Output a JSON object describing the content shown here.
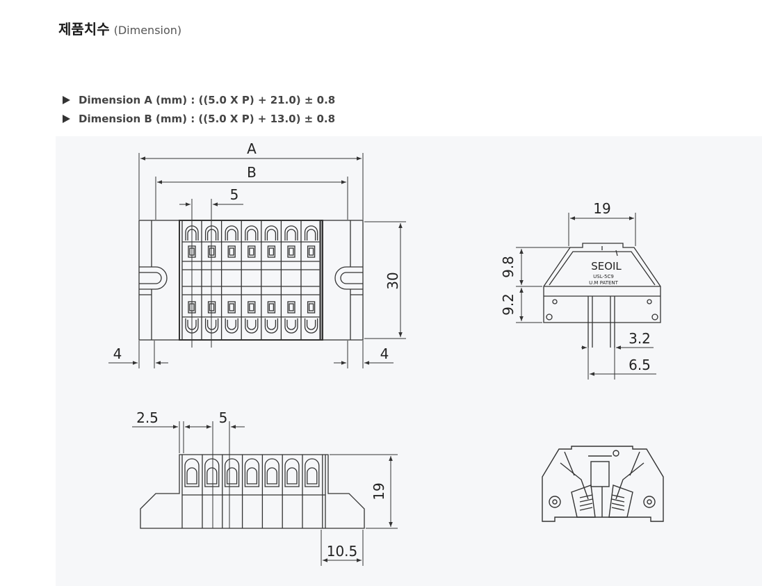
{
  "header": {
    "title_ko": "제품치수",
    "title_en": "(Dimension)"
  },
  "specs": [
    {
      "text": "Dimension A (mm) : ((5.0 X P) + 21.0) ± 0.8"
    },
    {
      "text": "Dimension B (mm) : ((5.0 X P) + 13.0) ± 0.8"
    }
  ],
  "diagram": {
    "top_view": {
      "dim_a": "A",
      "dim_b": "B",
      "pitch": "5",
      "height": "30",
      "left_margin": "4",
      "right_margin": "4"
    },
    "front_view": {
      "edge": "2.5",
      "pitch": "5",
      "height": "19",
      "base": "10.5"
    },
    "side_view": {
      "width": "19",
      "upper": "9.8",
      "lower": "9.2",
      "rail_inner": "3.2",
      "rail_outer": "6.5",
      "brand": "SEOIL",
      "model": "USL-5C9",
      "patent": "U.M PATENT"
    }
  },
  "colors": {
    "line": "#333333",
    "panel": "#f6f7f9",
    "heading": "#1a1a1a"
  }
}
